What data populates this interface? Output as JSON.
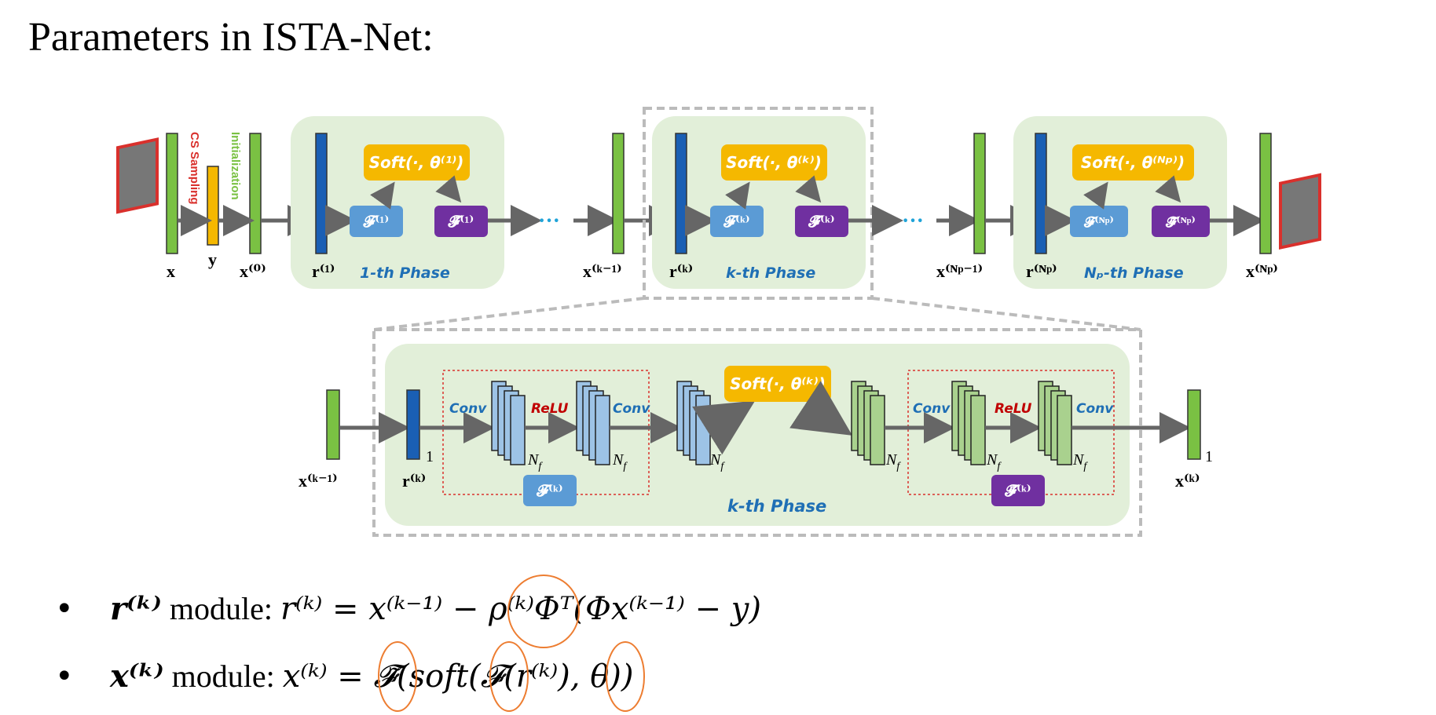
{
  "page": {
    "title": "Parameters in ISTA-Net:"
  },
  "diagram": {
    "top_row": {
      "left_labels": [
        "x",
        "y",
        "x⁽⁰⁾"
      ],
      "cs_sampling": "CS Sampling",
      "initialization": "Initialization",
      "phases": [
        {
          "r_label": "r⁽¹⁾",
          "phase_label": "1-th Phase",
          "soft": "Soft(·, θ⁽¹⁾)",
          "f": "𝓕⁽¹⁾",
          "ftilde": "𝓕̃⁽¹⁾"
        },
        {
          "x_in": "x⁽ᵏ⁻¹⁾",
          "r_label": "r⁽ᵏ⁾",
          "phase_label": "k-th Phase",
          "soft": "Soft(·, θ⁽ᵏ⁾)",
          "f": "𝓕⁽ᵏ⁾",
          "ftilde": "𝓕̃⁽ᵏ⁾"
        },
        {
          "x_in": "x⁽ᴺᵖ⁻¹⁾",
          "r_label": "r⁽ᴺᵖ⁾",
          "phase_label": "Nₚ-th Phase",
          "soft": "Soft(·, θ⁽ᴺᵖ⁾)",
          "f": "𝓕⁽ᴺᵖ⁾",
          "ftilde": "𝓕̃⁽ᴺᵖ⁾"
        }
      ],
      "output_label": "x⁽ᴺᵖ⁾",
      "dots": "···"
    },
    "detail": {
      "x_in": "x⁽ᵏ⁻¹⁾",
      "r_label": "r⁽ᵏ⁾",
      "one_label": "1",
      "conv": "Conv",
      "relu": "ReLU",
      "nf": "N",
      "nf_sub": "f",
      "soft": "Soft(·, θ⁽ᵏ⁾)",
      "f": "𝓕⁽ᵏ⁾",
      "ftilde": "𝓕̃⁽ᵏ⁾",
      "phase_label": "k-th Phase",
      "x_out": "x⁽ᵏ⁾"
    },
    "colors": {
      "green": "#7ac143",
      "blue": "#1a5fb4",
      "yellow": "#f5b800",
      "fblue": "#5b9bd5",
      "purple": "#7030a0",
      "phase_bg": "#e2efd9",
      "light_blue_block": "#9dc3e6",
      "light_green_block": "#a9d18e",
      "red": "#d9302c",
      "phase_text": "#1f6fb5",
      "circle": "#ed7d31"
    }
  },
  "bullets": [
    {
      "lead": "r⁽ᵏ⁾",
      "label": " module: ",
      "eq": "r⁽ᵏ⁾ = x⁽ᵏ⁻¹⁾ − ρ⁽ᵏ⁾Φᵀ(Φx⁽ᵏ⁻¹⁾ − y)"
    },
    {
      "lead": "x⁽ᵏ⁾",
      "label": " module: ",
      "eq": "x⁽ᵏ⁾ = 𝓕̃(soft(𝓕(r⁽ᵏ⁾), θ))"
    }
  ]
}
